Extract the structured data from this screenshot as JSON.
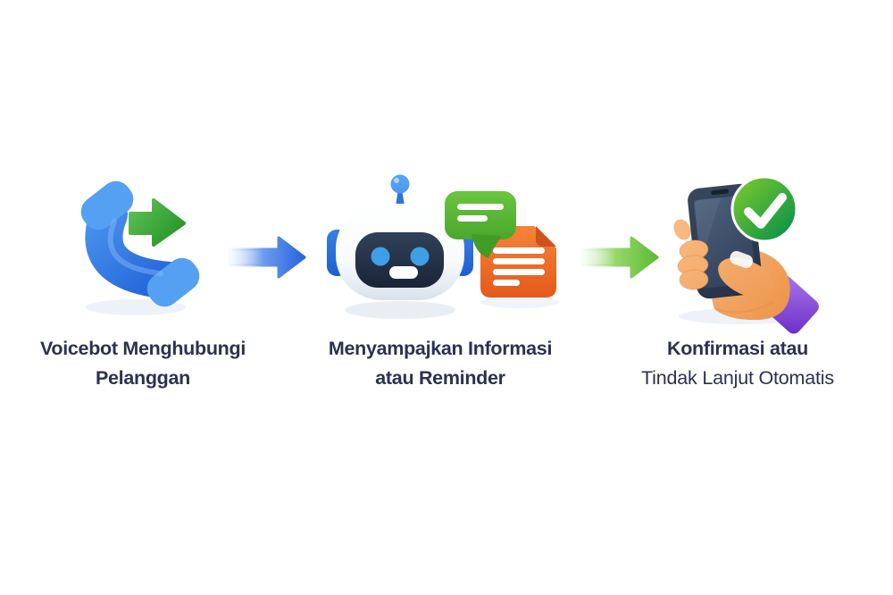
{
  "flow": {
    "title": "Voicebot customer-contact flow diagram",
    "steps": [
      {
        "icon": "outgoing-call-icon",
        "label_line1": "Voicebot Menghubungi",
        "label_line2": "Pelanggan"
      },
      {
        "icon": "voicebot-robot-icon",
        "label_line1": "Menyampajkan Informasi",
        "label_line2": "atau Reminder"
      },
      {
        "icon": "phone-confirmation-icon",
        "label_line1": "Konfirmasi atau",
        "label_line2": "Tindak Lanjut Otomatis"
      }
    ],
    "connectors": [
      {
        "name": "flow-arrow-blue",
        "direction": "right",
        "color": "#2564de"
      },
      {
        "name": "flow-arrow-green",
        "direction": "right",
        "color": "#5abc33"
      }
    ],
    "colors": {
      "background": "#ffffff",
      "label_text": "#2d3150",
      "handset_blue": "#2a6fe0",
      "mini_arrow_green": "#2f9d31",
      "robot_face_navy": "#25314a",
      "robot_eye_blue": "#3f9fe6",
      "bubble_green": "#55b631",
      "document_orange": "#ef6c26",
      "check_green": "#0e9246",
      "hand_skin": "#f2a466",
      "cuff_purple": "#8a52d6",
      "phone_body_navy": "#2c3950"
    }
  }
}
